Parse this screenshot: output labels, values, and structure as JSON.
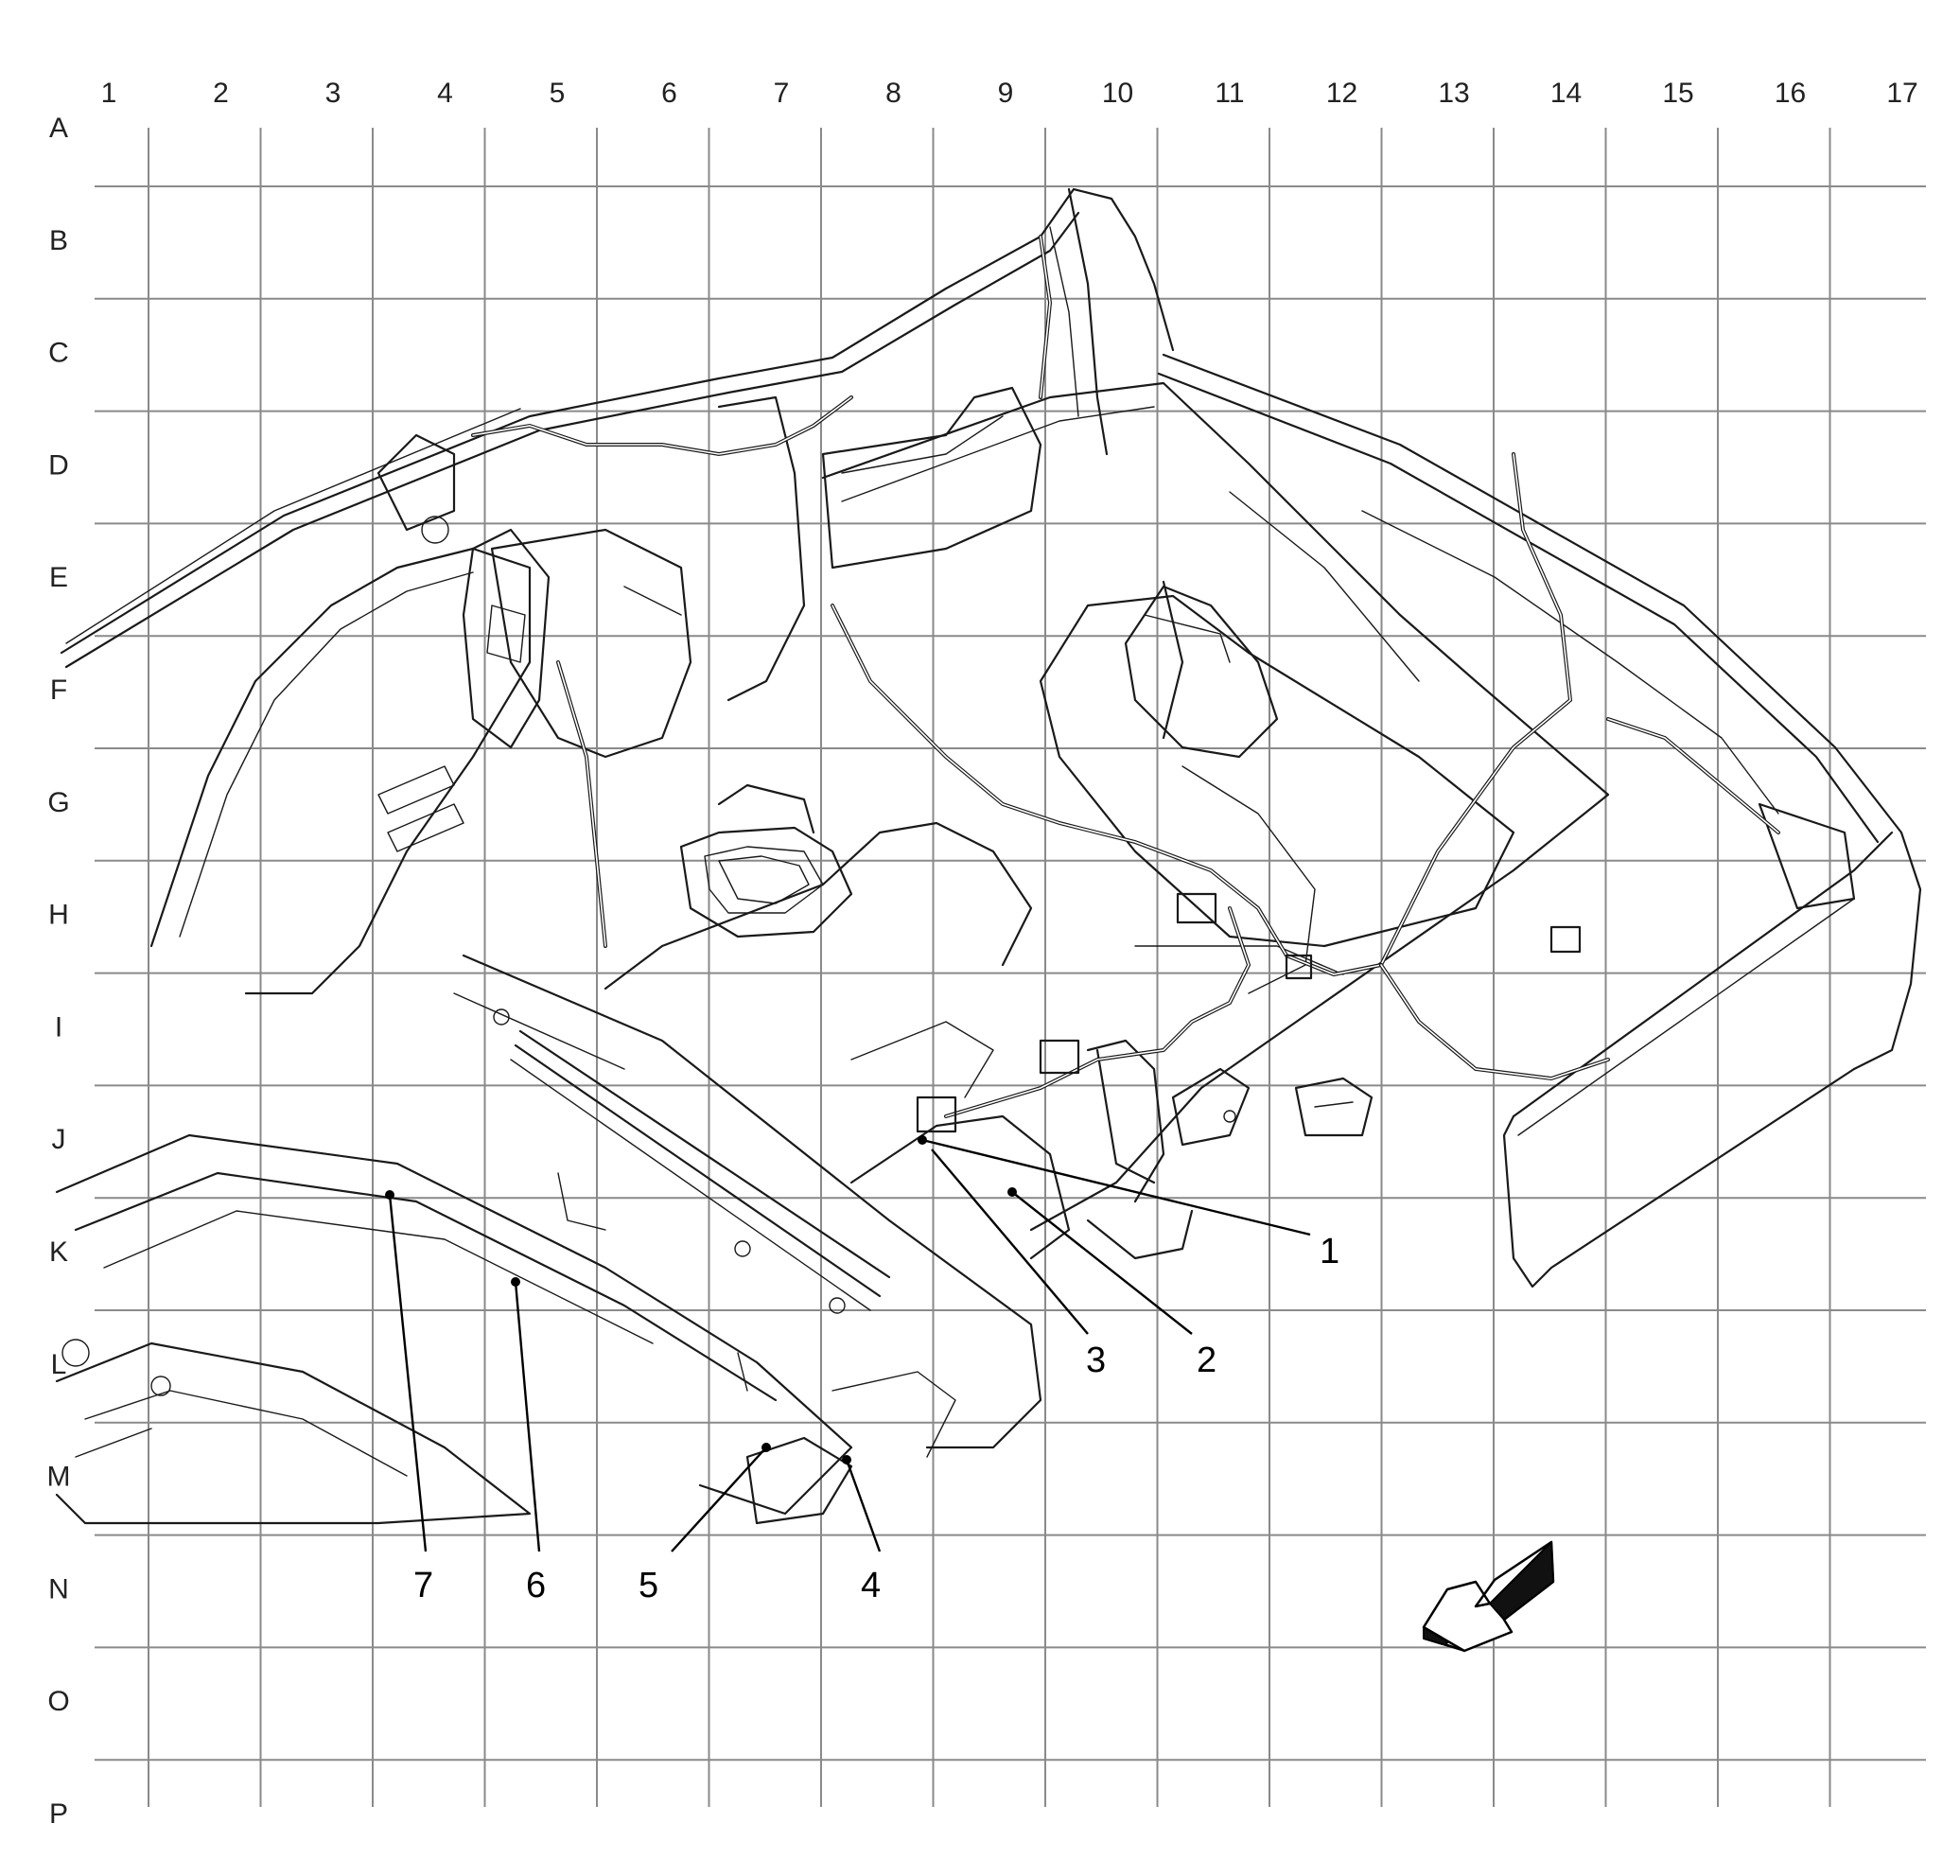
{
  "grid": {
    "columns": [
      "1",
      "2",
      "3",
      "4",
      "5",
      "6",
      "7",
      "8",
      "9",
      "10",
      "11",
      "12",
      "13",
      "14",
      "15",
      "16",
      "17"
    ],
    "rows": [
      "A",
      "B",
      "C",
      "D",
      "E",
      "F",
      "G",
      "H",
      "I",
      "J",
      "K",
      "L",
      "M",
      "N",
      "O",
      "P"
    ]
  },
  "callouts": [
    {
      "id": "1",
      "label": "1"
    },
    {
      "id": "2",
      "label": "2"
    },
    {
      "id": "3",
      "label": "3"
    },
    {
      "id": "4",
      "label": "4"
    },
    {
      "id": "5",
      "label": "5"
    },
    {
      "id": "6",
      "label": "6"
    },
    {
      "id": "7",
      "label": "7"
    }
  ],
  "icons": {
    "direction": "front-direction-arrow-icon"
  }
}
